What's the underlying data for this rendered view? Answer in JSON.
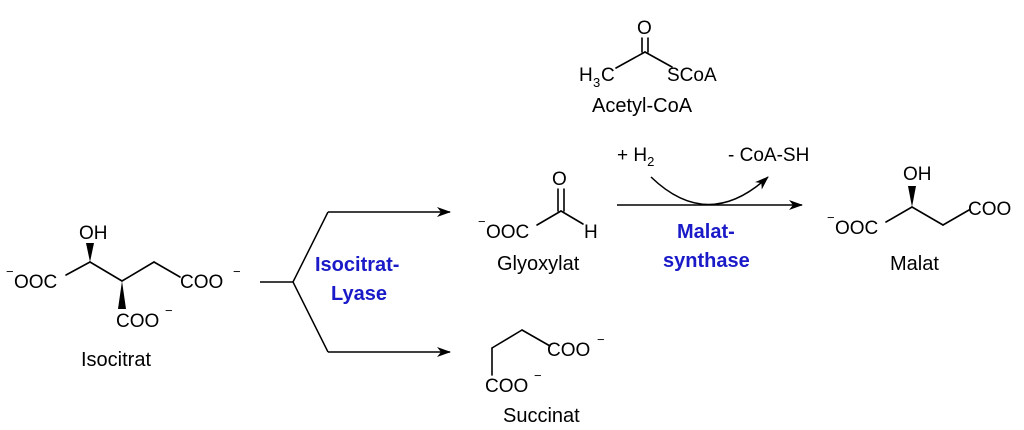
{
  "molecules": {
    "isocitrat": {
      "name": "Isocitrat",
      "oh": "OH",
      "left_group": "OOC",
      "right_group": "COO",
      "bottom_group": "COO",
      "charge": "−"
    },
    "acetyl_coa": {
      "name": "Acetyl-CoA",
      "oxygen": "O",
      "methyl_h": "H",
      "methyl_sub": "3",
      "methyl_c": "C",
      "thioester": "SCoA"
    },
    "glyoxylat": {
      "name": "Glyoxylat",
      "oxygen": "O",
      "left_group": "OOC",
      "hydrogen": "H",
      "charge": "−"
    },
    "succinat": {
      "name": "Succinat",
      "top_group": "COO",
      "bottom_group": "COO",
      "charge": "−"
    },
    "malat": {
      "name": "Malat",
      "oh": "OH",
      "left_group": "OOC",
      "right_group": "COO",
      "charge": "−"
    }
  },
  "reactions": {
    "lyase": {
      "enzyme_line1": "Isocitrat-",
      "enzyme_line2": "Lyase"
    },
    "synthase": {
      "enzyme_line1": "Malat-",
      "enzyme_line2": "synthase",
      "plus_label": "+ H",
      "plus_sub": "2",
      "minus_label": "- CoA-SH"
    }
  },
  "colors": {
    "enzyme": "#1a1ac8",
    "structure": "#000000"
  }
}
